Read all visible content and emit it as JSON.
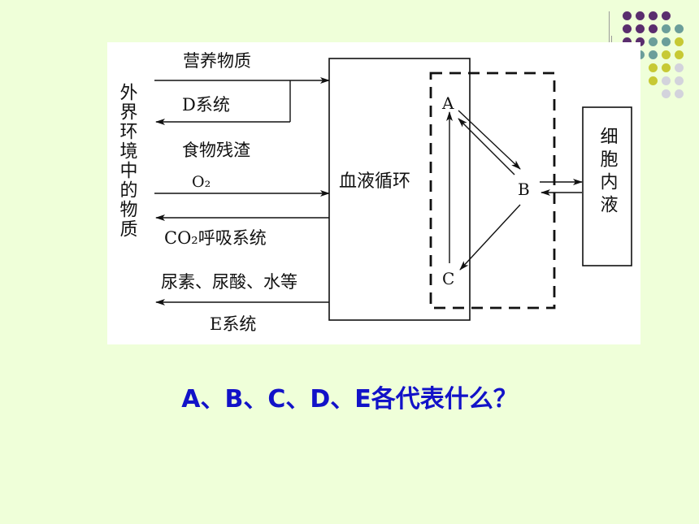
{
  "diagram": {
    "outside_label": "外界环境中的物质",
    "nutrients": "营养物质",
    "d_system": "D系统",
    "food_residue": "食物残渣",
    "o2": "O₂",
    "co2_resp": "CO₂呼吸系统",
    "urea": "尿素、尿酸、水等",
    "e_system": "E系统",
    "blood_circ": "血液循环",
    "node_a": "A",
    "node_b": "B",
    "node_c": "C",
    "cell_fluid": "细胞内液"
  },
  "question": "A、B、C、D、E各代表什么？",
  "colors": {
    "background": "#efffd9",
    "question_text": "#1212c8",
    "dot_purple": "#5a2d6e",
    "dot_teal": "#6b9e9a",
    "dot_olive": "#c7c934",
    "dot_grey": "#d3d3dc"
  }
}
